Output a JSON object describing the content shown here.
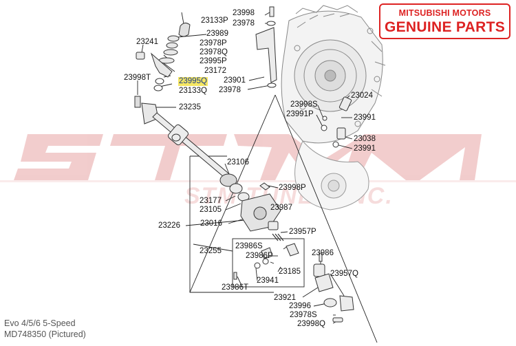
{
  "badge": {
    "line1": "MITSUBISHI MOTORS",
    "line2": "GENUINE PARTS"
  },
  "watermark": {
    "brand_mark": "STM",
    "tagline": "STM TUNED INC."
  },
  "caption": {
    "line1": "Evo 4/5/6 5-Speed",
    "line2": "MD748350  (Pictured)"
  },
  "highlight_color": "#f5e663",
  "part_labels": {
    "p23998_top": "23998",
    "p23978_top": "23978",
    "p23133P": "23133P",
    "p23241": "23241",
    "p23989": "23989",
    "p23978P": "23978P",
    "p23978Q": "23978Q",
    "p23995P": "23995P",
    "p23172": "23172",
    "p23998T": "23998T",
    "p23995Q": "23995Q",
    "p23133Q": "23133Q",
    "p23901": "23901",
    "p23978_mid": "23978",
    "p23235": "23235",
    "p23024": "23024",
    "p23998S": "23998S",
    "p23991P": "23991P",
    "p23991_a": "23991",
    "p23038": "23038",
    "p23991_b": "23991",
    "p23106": "23106",
    "p23998P": "23998P",
    "p23177": "23177",
    "p23105": "23105",
    "p23987": "23987",
    "p23226": "23226",
    "p23016": "23016",
    "p23957P": "23957P",
    "p23255": "23255",
    "p23986S": "23986S",
    "p23986P": "23986P",
    "p23986": "23986",
    "p23185": "23185",
    "p23941": "23941",
    "p23957Q": "23957Q",
    "p23986T": "23986T",
    "p23921": "23921",
    "p23996": "23996",
    "p23978S": "23978S",
    "p23998Q": "23998Q"
  }
}
